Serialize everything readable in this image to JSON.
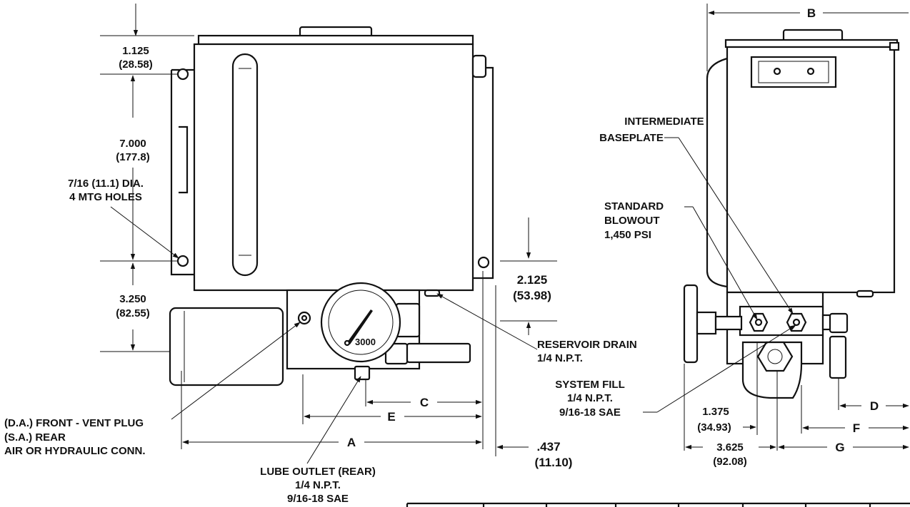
{
  "front_view": {
    "dim_top": "1.125",
    "dim_top_mm": "(28.58)",
    "dim_height": "7.000",
    "dim_height_mm": "(177.8)",
    "mtg_holes_1": "7/16 (11.1) DIA.",
    "mtg_holes_2": "4 MTG HOLES",
    "dim_bottom": "3.250",
    "dim_bottom_mm": "(82.55)",
    "dim_drain": "2.125",
    "dim_drain_mm": "(53.98)",
    "drain_1": "RESERVOIR DRAIN",
    "drain_2": "1/4 N.P.T.",
    "gauge_value": "3000",
    "vent_1": "(D.A.) FRONT - VENT PLUG",
    "vent_2": "(S.A.) REAR",
    "vent_3": "AIR OR HYDRAULIC CONN.",
    "lube_1": "LUBE OUTLET (REAR)",
    "lube_2": "1/4 N.P.T.",
    "lube_3": "9/16-18 SAE",
    "label_a": "A",
    "label_c": "C",
    "label_e": "E",
    "dim_offset": ".437",
    "dim_offset_mm": "(11.10)"
  },
  "side_view": {
    "label_b": "B",
    "baseplate_1": "INTERMEDIATE",
    "baseplate_2": "BASEPLATE",
    "blowout_1": "STANDARD",
    "blowout_2": "BLOWOUT",
    "blowout_3": "1,450 PSI",
    "fill_1": "SYSTEM FILL",
    "fill_2": "1/4 N.P.T.",
    "fill_3": "9/16-18 SAE",
    "dim_1375": "1.375",
    "dim_1375_mm": "(34.93)",
    "dim_3625": "3.625",
    "dim_3625_mm": "(92.08)",
    "label_d": "D",
    "label_f": "F",
    "label_g": "G"
  }
}
